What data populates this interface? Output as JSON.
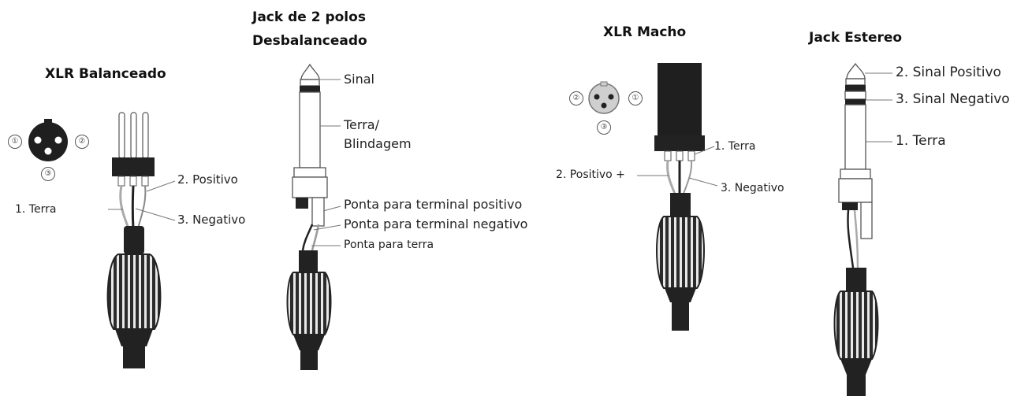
{
  "titles": {
    "xlr_balanced": "XLR Balanceado",
    "jack_2pole_line1": "Jack de 2 polos",
    "jack_2pole_line2": "Desbalanceado",
    "xlr_male": "XLR Macho",
    "jack_stereo": "Jack Estereo"
  },
  "xlr_balanced": {
    "pins": [
      "①",
      "②",
      "③"
    ],
    "labels": {
      "terra": "1. Terra",
      "positivo": "2. Positivo",
      "negativo": "3. Negativo"
    }
  },
  "jack_2pole": {
    "labels": {
      "sinal": "Sinal",
      "terra_line1": "Terra/",
      "terra_line2": "Blindagem",
      "ponta_pos": "Ponta para terminal positivo",
      "ponta_neg": "Ponta para terminal negativo",
      "ponta_terra": "Ponta para terra"
    }
  },
  "xlr_male": {
    "pins": [
      "②",
      "①",
      "③"
    ],
    "labels": {
      "terra": "1. Terra",
      "positivo": "2. Positivo +",
      "negativo": "3. Negativo"
    }
  },
  "jack_stereo": {
    "labels": {
      "sinal_pos": "2. Sinal Positivo",
      "sinal_neg": "3. Sinal Negativo",
      "terra": "1. Terra"
    }
  }
}
